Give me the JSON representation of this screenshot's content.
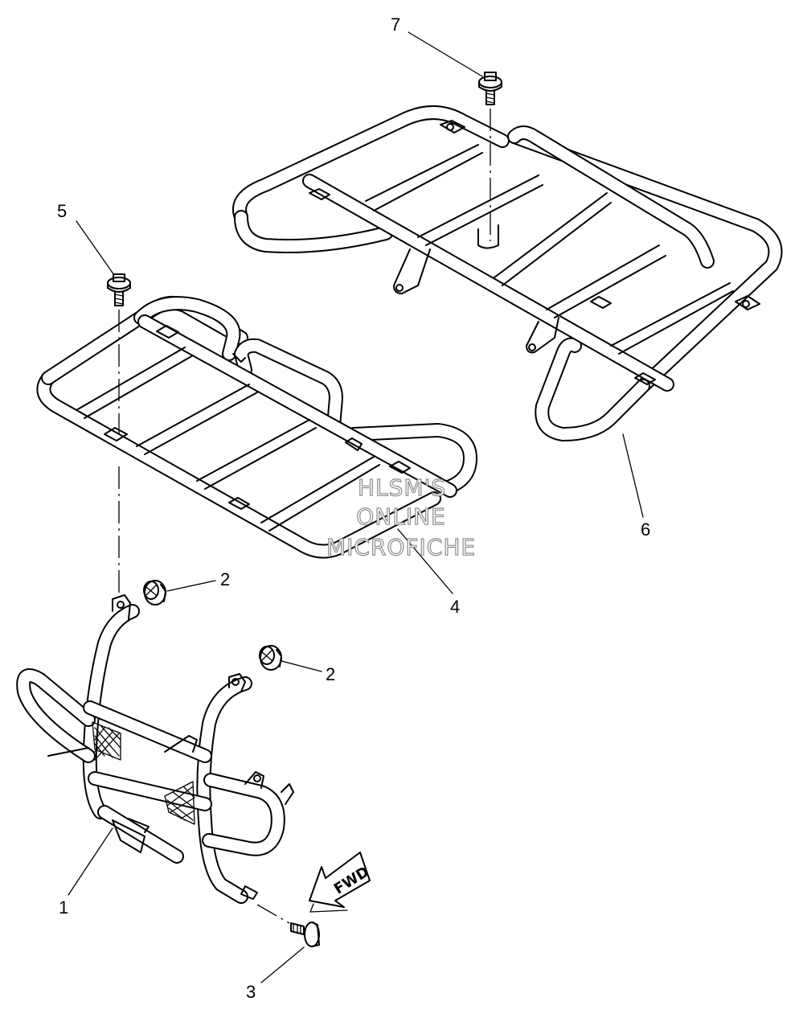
{
  "diagram": {
    "callouts": [
      {
        "id": "1",
        "label": "1"
      },
      {
        "id": "2a",
        "label": "2"
      },
      {
        "id": "2b",
        "label": "2"
      },
      {
        "id": "3",
        "label": "3"
      },
      {
        "id": "4",
        "label": "4"
      },
      {
        "id": "5",
        "label": "5"
      },
      {
        "id": "6",
        "label": "6"
      },
      {
        "id": "7",
        "label": "7"
      }
    ],
    "watermark": {
      "line1": "HLSM'S",
      "line2": "ONLINE",
      "line3": "MICROFICHE"
    },
    "direction_arrow": {
      "label": "FWD"
    }
  }
}
